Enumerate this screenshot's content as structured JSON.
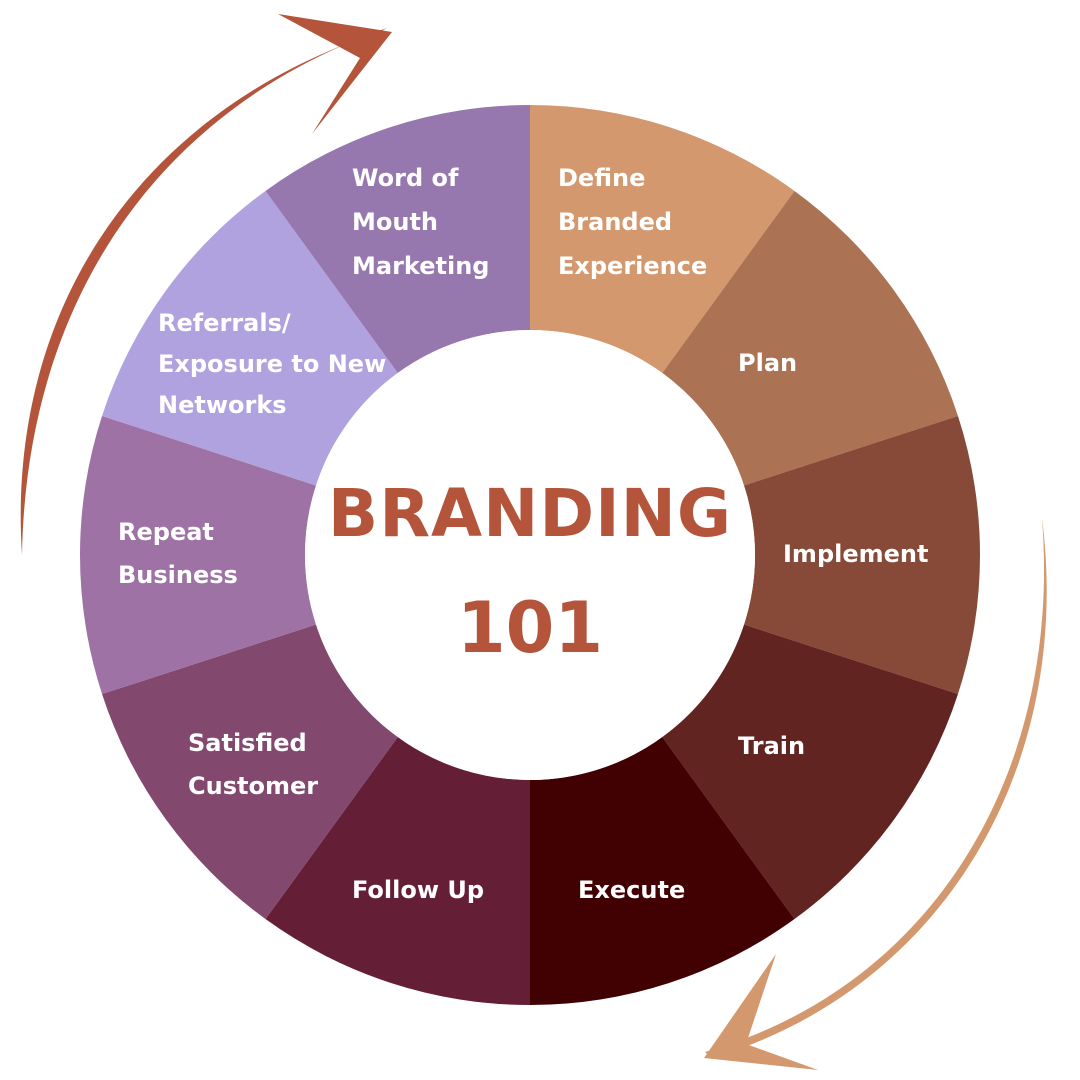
{
  "center": {
    "title": "BRANDING",
    "number": "101",
    "color": "#b4553b"
  },
  "segments": [
    {
      "lines": [
        "Define",
        "Branded",
        "Experience"
      ],
      "color": "#d3986e"
    },
    {
      "lines": [
        "Plan"
      ],
      "color": "#ab7253"
    },
    {
      "lines": [
        "Implement"
      ],
      "color": "#874a38"
    },
    {
      "lines": [
        "Train"
      ],
      "color": "#612420"
    },
    {
      "lines": [
        "Execute"
      ],
      "color": "#410103"
    },
    {
      "lines": [
        "Follow Up"
      ],
      "color": "#641f37"
    },
    {
      "lines": [
        "Satisfied",
        "Customer"
      ],
      "color": "#82486d"
    },
    {
      "lines": [
        "Repeat",
        "Business"
      ],
      "color": "#9e72a4"
    },
    {
      "lines": [
        "Referrals/",
        "Exposure to New",
        "Networks"
      ],
      "color": "#b0a2de"
    },
    {
      "lines": [
        "Word of",
        "Mouth",
        "Marketing"
      ],
      "color": "#9677ae"
    }
  ],
  "arrows": {
    "left_color": "#b4553b",
    "right_color": "#d3986e",
    "left_icon": "curved-arrow-up-right-icon",
    "right_icon": "curved-arrow-down-left-icon"
  }
}
